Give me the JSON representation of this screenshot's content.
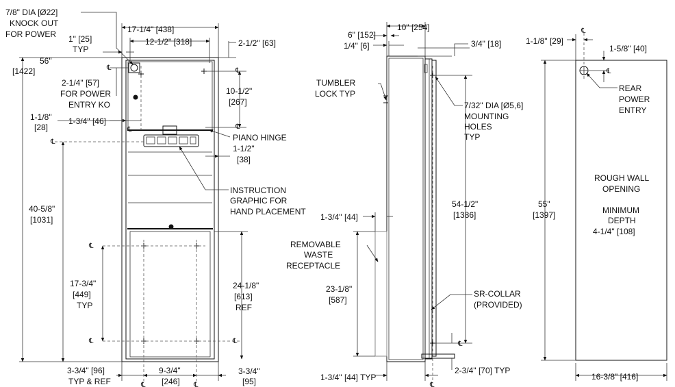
{
  "front": {
    "knockout_l1": "7/8\" DIA [Ø22]",
    "knockout_l2": "KNOCK OUT",
    "knockout_l3": "FOR POWER",
    "width_outer": "17-1/4\" [438]",
    "width_inner": "12-1/2\" [318]",
    "top_offset": "2-1/2\" [63]",
    "typ1_l1": "1\" [25]",
    "typ1_l2": "TYP",
    "height_l1": "56\"",
    "height_l2": "[1422]",
    "power_entry_l1": "2-1/4\" [57]",
    "power_entry_l2": "FOR POWER",
    "power_entry_l3": "ENTRY KO",
    "upper_mount_l1": "10-1/2\"",
    "upper_mount_l2": "[267]",
    "side_offset_l1": "1-1/8\"",
    "side_offset_l2": "[28]",
    "side_offset2": "1-3/4\" [46]",
    "piano_hinge": "PIANO HINGE",
    "hinge_offset_l1": "1-1/2\"",
    "hinge_offset_l2": "[38]",
    "instruction_l1": "INSTRUCTION",
    "instruction_l2": "GRAPHIC FOR",
    "instruction_l3": "HAND PLACEMENT",
    "lower_height_l1": "40-5/8\"",
    "lower_height_l2": "[1031]",
    "mount_spacing_l1": "17-3/4\"",
    "mount_spacing_l2": "[449]",
    "mount_spacing_l3": "TYP",
    "waste_ref_l1": "24-1/8\"",
    "waste_ref_l2": "[613]",
    "waste_ref_l3": "REF",
    "bottom_left_l1": "3-3/4\" [96]",
    "bottom_left_l2": "TYP & REF",
    "bottom_center_l1": "9-3/4\"",
    "bottom_center_l2": "[246]",
    "bottom_right_l1": "3-3/4\"",
    "bottom_right_l2": "[95]"
  },
  "side": {
    "depth_outer": "10\" [254]",
    "depth_inner": "6\" [152]",
    "flange": "1/4\" [6]",
    "top_flange": "3/4\" [18]",
    "tumbler_l1": "TUMBLER",
    "tumbler_l2": "LOCK TYP",
    "holes_l1": "7/32\" DIA [Ø5,6]",
    "holes_l2": "MOUNTING",
    "holes_l3": "HOLES",
    "holes_l4": "TYP",
    "mount_height_l1": "54-1/2\"",
    "mount_height_l2": "[1386]",
    "proj": "1-3/4\" [44]",
    "waste_l1": "REMOVABLE",
    "waste_l2": "WASTE",
    "waste_l3": "RECEPTACLE",
    "waste_h_l1": "23-1/8\"",
    "waste_h_l2": "[587]",
    "collar_l1": "SR-COLLAR",
    "collar_l2": "(PROVIDED)",
    "bottom_proj": "1-3/4\" [44] TYP",
    "bottom_offset": "2-3/4\" [70] TYP"
  },
  "rear": {
    "offset_left": "1-1/8\" [29]",
    "offset_top": "1-5/8\" [40]",
    "power_l1": "REAR",
    "power_l2": "POWER",
    "power_l3": "ENTRY",
    "opening_l1": "ROUGH WALL",
    "opening_l2": "OPENING",
    "min_l1": "MINIMUM",
    "min_l2": "DEPTH",
    "min_l3": "4-1/4\" [108]",
    "height_l1": "55\"",
    "height_l2": "[1397]",
    "width": "16-3/8\" [416]"
  },
  "centerline_symbol": "℄"
}
